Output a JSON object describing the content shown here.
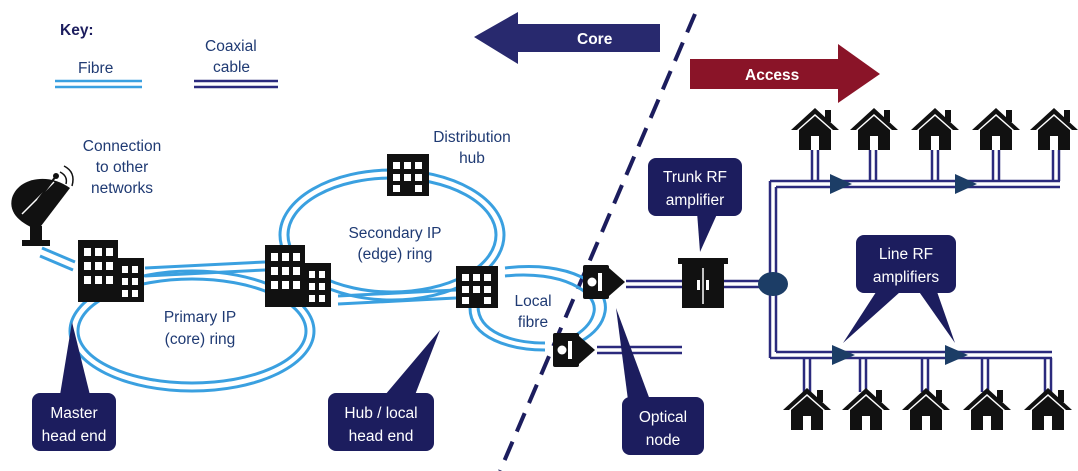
{
  "key": {
    "title": "Key:",
    "fibre": "Fibre",
    "coaxial_line1": "Coaxial",
    "coaxial_line2": "cable"
  },
  "arrows": {
    "core": "Core",
    "access": "Access"
  },
  "labels": {
    "connection": [
      "Connection",
      "to other",
      "networks"
    ],
    "distribution_hub": [
      "Distribution",
      "hub"
    ],
    "secondary_ring": [
      "Secondary IP",
      "(edge) ring"
    ],
    "primary_ring": [
      "Primary IP",
      "(core) ring"
    ],
    "local_fibre": [
      "Local",
      "fibre"
    ]
  },
  "callouts": {
    "master_head_end": [
      "Master",
      "head end"
    ],
    "hub_local_head_end": [
      "Hub / local",
      "head end"
    ],
    "optical_node": [
      "Optical",
      "node"
    ],
    "trunk_rf_amplifier": [
      "Trunk RF",
      "amplifier"
    ],
    "line_rf_amplifiers": [
      "Line RF",
      "amplifiers"
    ]
  },
  "colors": {
    "fibre": "#3aa0e0",
    "coax": "#2b2a7d",
    "dark_blue": "#1c1d5e",
    "core_arrow": "#28296e",
    "access_arrow": "#8a1428",
    "black": "#111111"
  },
  "icons": {
    "satellite_dish": "satellite-dish-icon",
    "building": "building-icon",
    "house": "house-icon",
    "optical_node": "optical-node-icon",
    "amplifier_cabinet": "amplifier-cabinet-icon",
    "line_amplifier": "amplifier-triangle-icon"
  }
}
